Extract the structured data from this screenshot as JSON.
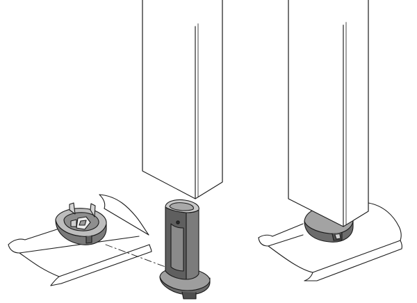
{
  "figure": {
    "description_labels": [],
    "colors": {
      "line": "#1a1a1a",
      "background": "#ffffff",
      "part_dark": "#6b6b6b",
      "part_mid": "#8c8c8c",
      "part_light": "#b5b5b5",
      "part_highlight": "#d9d9d9"
    },
    "steps": [
      "detached-parts",
      "leg-with-glide-insert",
      "assembled-leg-on-floor"
    ]
  }
}
